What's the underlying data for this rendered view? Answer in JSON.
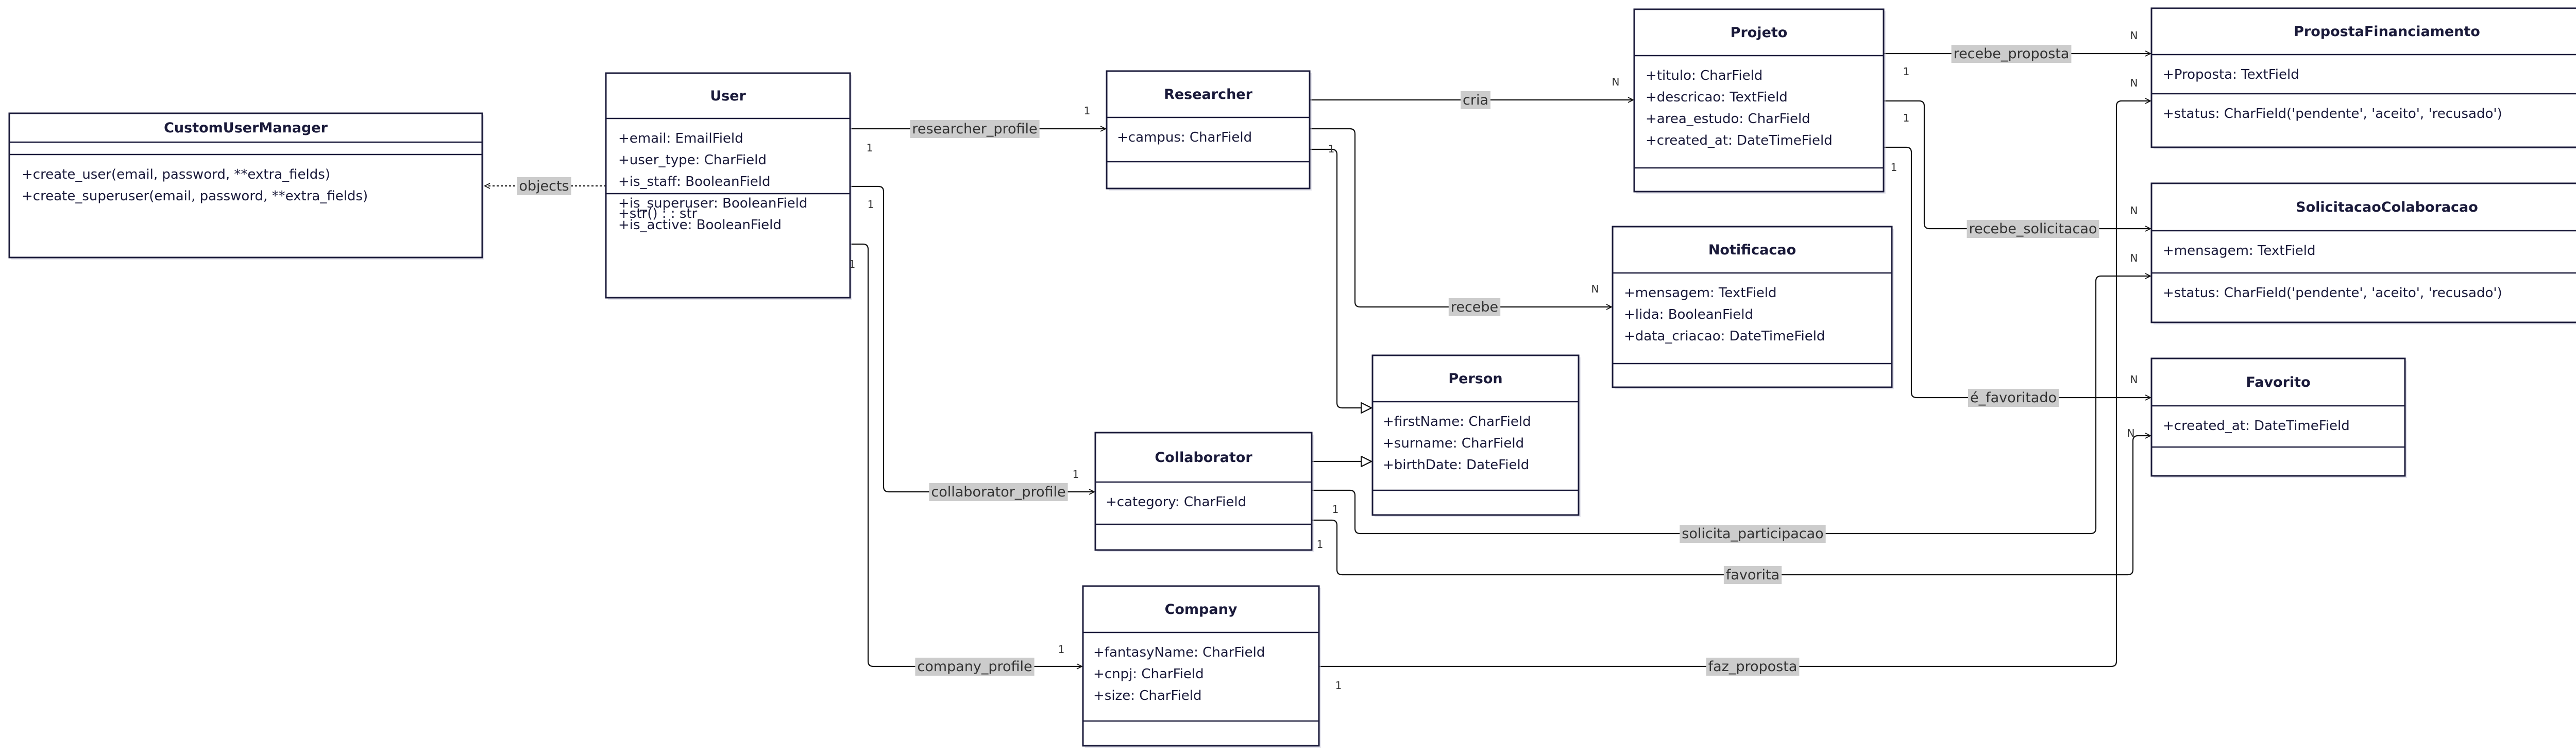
{
  "colors": {
    "box_stroke": "#1a1a3a",
    "box_fill": "#ffffff",
    "title_text": "#1a1a3a",
    "member_text": "#1a1a3a",
    "edge": "#111111",
    "label_bg": "#cccccc",
    "label_text": "#333333"
  },
  "classes": {
    "custom_user_manager": {
      "title": "CustomUserManager",
      "attributes": [],
      "methods": [
        "+create_user(email, password, **extra_fields)",
        "+create_superuser(email, password, **extra_fields)"
      ]
    },
    "user": {
      "title": "User",
      "attributes": [
        "+email: EmailField",
        "+user_type: CharField",
        "+is_staff: BooleanField",
        "+is_superuser: BooleanField",
        "+is_active: BooleanField"
      ],
      "methods": [
        "+str() : : str"
      ]
    },
    "researcher": {
      "title": "Researcher",
      "attributes": [
        "+campus: CharField"
      ],
      "methods": []
    },
    "collaborator": {
      "title": "Collaborator",
      "attributes": [
        "+category: CharField"
      ],
      "methods": []
    },
    "company": {
      "title": "Company",
      "attributes": [
        "+fantasyName: CharField",
        "+cnpj: CharField",
        "+size: CharField"
      ],
      "methods": []
    },
    "person": {
      "title": "Person",
      "attributes": [
        "+firstName: CharField",
        "+surname: CharField",
        "+birthDate: DateField"
      ],
      "methods": []
    },
    "projeto": {
      "title": "Projeto",
      "attributes": [
        "+titulo: CharField",
        "+descricao: TextField",
        "+area_estudo: CharField",
        "+created_at: DateTimeField"
      ],
      "methods": []
    },
    "notificacao": {
      "title": "Notificacao",
      "attributes": [
        "+mensagem: TextField",
        "+lida: BooleanField",
        "+data_criacao: DateTimeField"
      ],
      "methods": []
    },
    "proposta_financiamento": {
      "title": "PropostaFinanciamento",
      "attributes": [
        "+Proposta: TextField"
      ],
      "methods": [
        "+status: CharField('pendente', 'aceito', 'recusado')"
      ]
    },
    "solicitacao_colaboracao": {
      "title": "SolicitacaoColaboracao",
      "attributes": [
        "+mensagem: TextField"
      ],
      "methods": [
        "+status: CharField('pendente', 'aceito', 'recusado')"
      ]
    },
    "favorito": {
      "title": "Favorito",
      "attributes": [
        "+created_at: DateTimeField"
      ],
      "methods": []
    }
  },
  "relations": {
    "objects": {
      "label": "objects"
    },
    "researcher_profile": {
      "label": "researcher_profile",
      "source_mult": "1",
      "target_mult": "1"
    },
    "collaborator_profile": {
      "label": "collaborator_profile",
      "source_mult": "1",
      "target_mult": "1"
    },
    "company_profile": {
      "label": "company_profile",
      "source_mult": "1",
      "target_mult": "1"
    },
    "cria": {
      "label": "cria",
      "target_mult": "N"
    },
    "recebe": {
      "label": "recebe",
      "source_mult": "1",
      "target_mult": "N"
    },
    "recebe_proposta": {
      "label": "recebe_proposta",
      "source_mult": "1",
      "target_mult": "N"
    },
    "recebe_solicitacao": {
      "label": "recebe_solicitacao",
      "source_mult": "1",
      "target_mult": "N"
    },
    "e_favoritado": {
      "label": "é_favoritado",
      "source_mult": "1",
      "target_mult": "N"
    },
    "solicita_participacao": {
      "label": "solicita_participacao",
      "source_mult": "1",
      "target_mult": "N"
    },
    "favorita": {
      "label": "favorita",
      "source_mult": "1",
      "target_mult": "N"
    },
    "faz_proposta": {
      "label": "faz_proposta",
      "source_mult": "1",
      "target_mult": "N"
    }
  }
}
